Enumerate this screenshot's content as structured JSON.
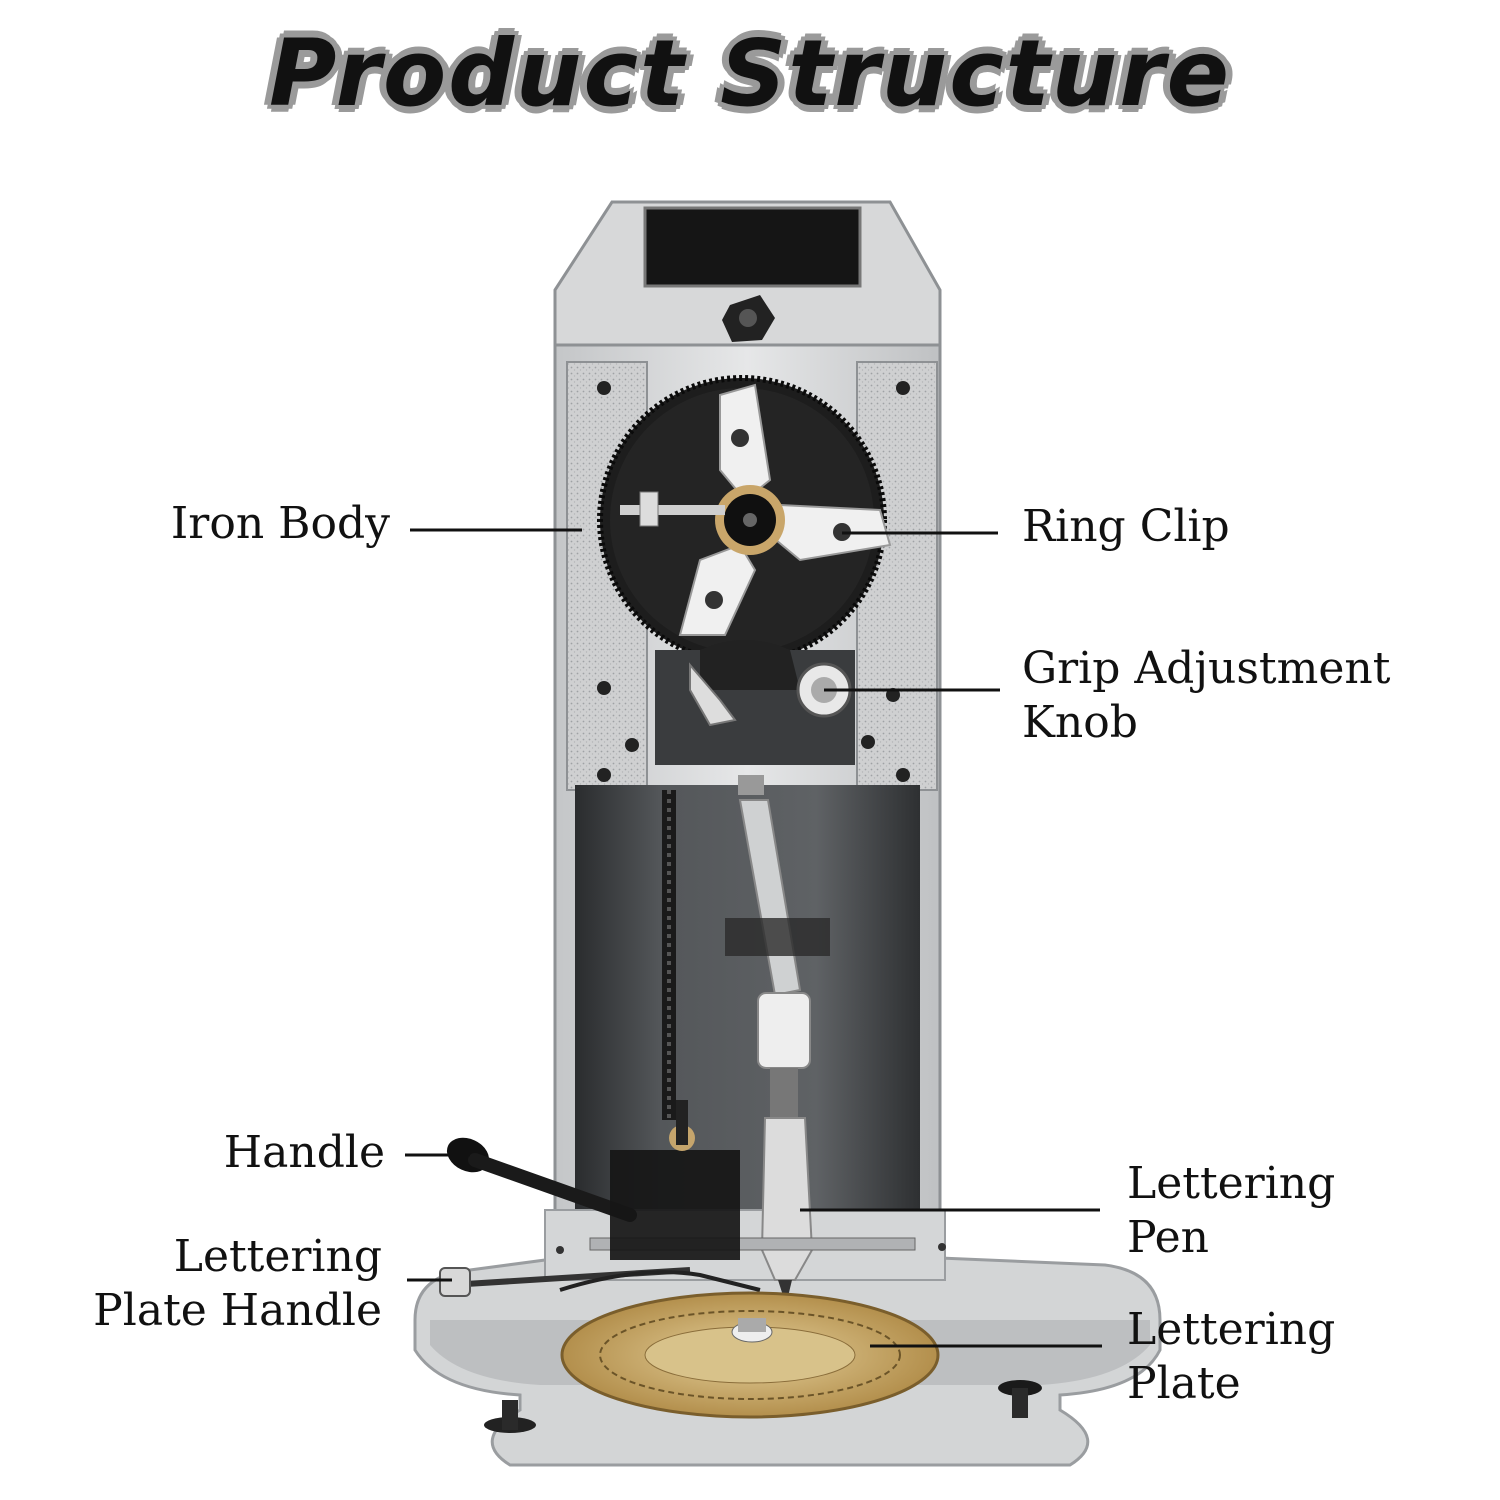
{
  "title": "Product Structure",
  "labels": {
    "iron_body": "Iron Body",
    "ring_clip": "Ring Clip",
    "grip_adjustment_knob": [
      "Grip Adjustment",
      "Knob"
    ],
    "handle": "Handle",
    "lettering_pen": [
      "Lettering",
      "Pen"
    ],
    "lettering_plate_handle": [
      "Lettering",
      "Plate Handle"
    ],
    "lettering_plate": [
      "Lettering",
      "Plate"
    ]
  },
  "colors": {
    "metal_light": "#d9dadb",
    "metal_mid": "#bfc1c3",
    "metal_dark": "#8e9194",
    "black": "#121212",
    "brass": "#c7a766"
  }
}
